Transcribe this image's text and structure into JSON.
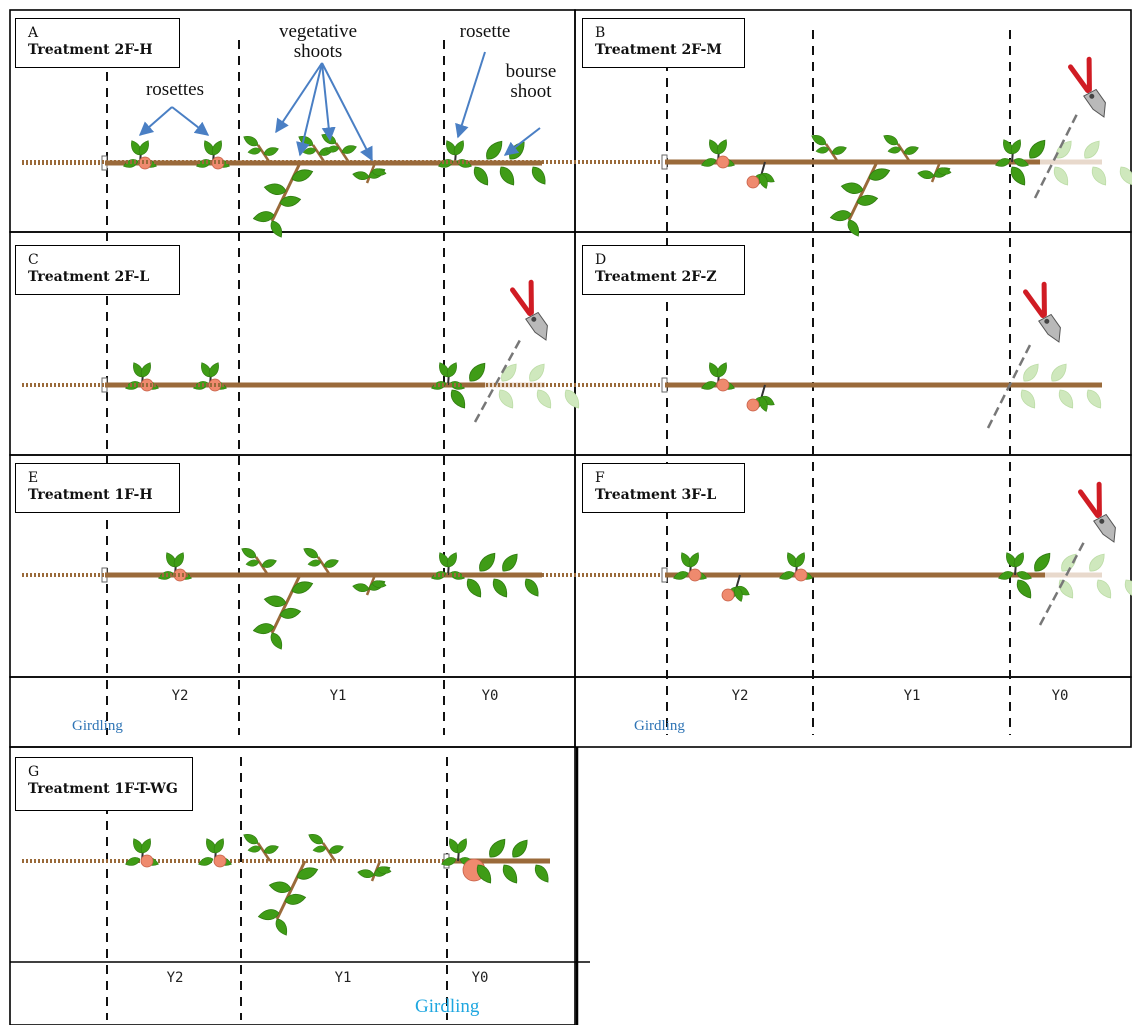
{
  "panels": [
    {
      "letter": "A",
      "name": "Treatment 2F-H"
    },
    {
      "letter": "B",
      "name": "Treatment 2F-M"
    },
    {
      "letter": "C",
      "name": "Treatment 2F-L"
    },
    {
      "letter": "D",
      "name": "Treatment 2F-Z"
    },
    {
      "letter": "E",
      "name": "Treatment 1F-H"
    },
    {
      "letter": "F",
      "name": "Treatment 3F-L"
    },
    {
      "letter": "G",
      "name": "Treatment 1F-T-WG"
    }
  ],
  "annotations": {
    "rosettes": "rosettes",
    "vegetative_shoots_1": "vegetative",
    "vegetative_shoots_2": "shoots",
    "rosette": "rosette",
    "bourse_shoot_1": "bourse",
    "bourse_shoot_2": "shoot"
  },
  "year_labels": {
    "y2": "Y2",
    "y1": "Y1",
    "y0": "Y0"
  },
  "girdling_label": "Girdling",
  "colors": {
    "branch": "#9a6a3a",
    "leaf": "#3f9c16",
    "leaf_light": "#cfe8bd",
    "fruit": "#ef8a6e",
    "arrow": "#4a7fc4",
    "shears": "#d01c24",
    "girdling_text": "#2e74b5",
    "girdling_text_g": "#1fa7e0"
  }
}
